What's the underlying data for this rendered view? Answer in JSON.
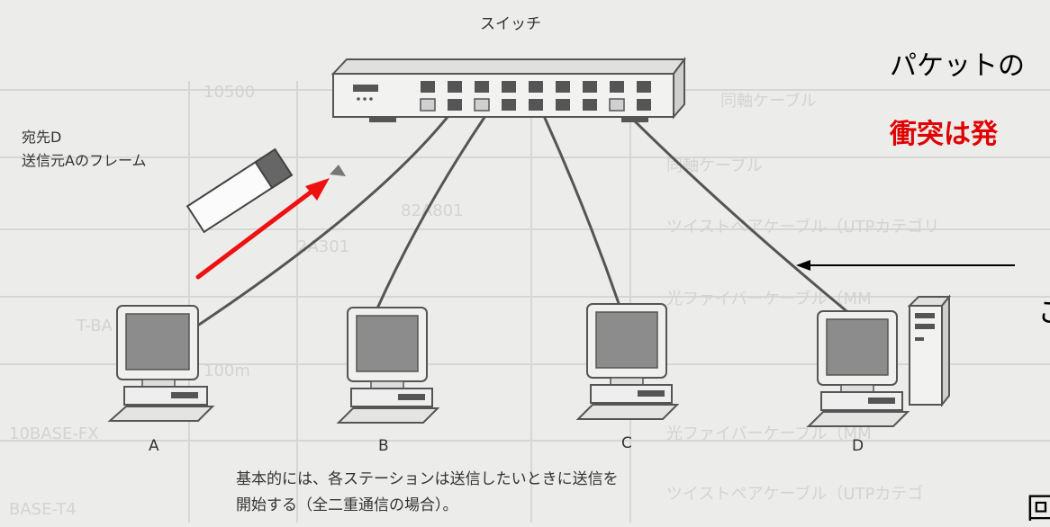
{
  "switch_label": "スイッチ",
  "frame_label_lines": [
    "宛先D",
    "送信元Aのフレーム"
  ],
  "node_labels": [
    "A",
    "B",
    "C",
    "D"
  ],
  "caption_lines": [
    "基本的には、各ステーションは送信したいときに送信を",
    "開始する（全二重通信の場合）。"
  ],
  "overlay_title": "パケットの",
  "overlay_red": "衝突は発",
  "right_edge_char": "こ",
  "bottom_right_char": "回",
  "colors": {
    "red_arrow": "#ee1111",
    "red_text": "#e00000"
  },
  "background_faint_text": [
    "同軸ケーブル",
    "同軸ケーブル",
    "ツイストペアケーブル（UTPカテゴリ",
    "光ファイバーケーブル（MM",
    "光ファイバーケーブル（MM",
    "ツイストペアケーブル（UTPカテゴ",
    "10500",
    "T-BA",
    "10BASE-FX",
    "BASE-T4",
    "100m",
    "82A801",
    "2A301"
  ]
}
